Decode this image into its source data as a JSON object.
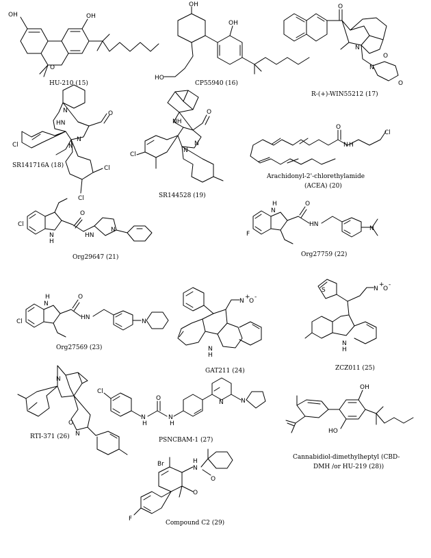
{
  "figure": {
    "compounds": [
      {
        "id": "c15",
        "label": "HU-210 (15)",
        "atoms": [
          "OH",
          "OH",
          "O"
        ]
      },
      {
        "id": "c16",
        "label": "CP55940 (16)",
        "atoms": [
          "OH",
          "OH",
          "HO"
        ]
      },
      {
        "id": "c17",
        "label": "R-(+)-WIN55212 (17)",
        "atoms": [
          "O",
          "O",
          "N",
          "N",
          "O"
        ]
      },
      {
        "id": "c18",
        "label": "SR141716A (18)",
        "atoms": [
          "N",
          "HN",
          "O",
          "N",
          "N",
          "Cl",
          "Cl",
          "Cl"
        ]
      },
      {
        "id": "c19",
        "label": "SR144528 (19)",
        "atoms": [
          "NH",
          "O",
          "N",
          "N",
          "Cl"
        ]
      },
      {
        "id": "c20",
        "label_line1": "Arachidonyl-2'-chlorethylamide",
        "label_line2": "(ACEA) (20)",
        "atoms": [
          "O",
          "N",
          "H",
          "Cl"
        ]
      },
      {
        "id": "c21",
        "label": "Org29647 (21)",
        "atoms": [
          "Cl",
          "O",
          "HN",
          "N",
          "N",
          "H"
        ]
      },
      {
        "id": "c22",
        "label": "Org27759 (22)",
        "atoms": [
          "H",
          "N",
          "O",
          "F",
          "HN",
          "N"
        ]
      },
      {
        "id": "c23",
        "label": "Org27569 (23)",
        "atoms": [
          "H",
          "N",
          "O",
          "Cl",
          "HN",
          "N"
        ]
      },
      {
        "id": "c24",
        "label": "GAT211 (24)",
        "atoms": [
          "N",
          "+",
          "O",
          "-",
          "N",
          "H"
        ]
      },
      {
        "id": "c25",
        "label": "ZCZ011 (25)",
        "atoms": [
          "S",
          "N",
          "+",
          "O",
          "-",
          "N",
          "H"
        ]
      },
      {
        "id": "c26",
        "label": "RTI-371 (26)",
        "atoms": [
          "N",
          "O",
          "N"
        ]
      },
      {
        "id": "c27",
        "label": "PSNCBAM-1 (27)",
        "atoms": [
          "Cl",
          "N",
          "H",
          "N",
          "H",
          "O",
          "N",
          "N"
        ]
      },
      {
        "id": "c28",
        "label_line1": "Cannabidiol-dimethylheptyl (CBD-",
        "label_line2": "DMH /or HU-219 (28))",
        "atoms": [
          "OH",
          "HO"
        ]
      },
      {
        "id": "c29",
        "label": "Compound C2 (29)",
        "atoms": [
          "Br",
          "H",
          "N",
          "O",
          "O",
          "F"
        ]
      }
    ]
  }
}
